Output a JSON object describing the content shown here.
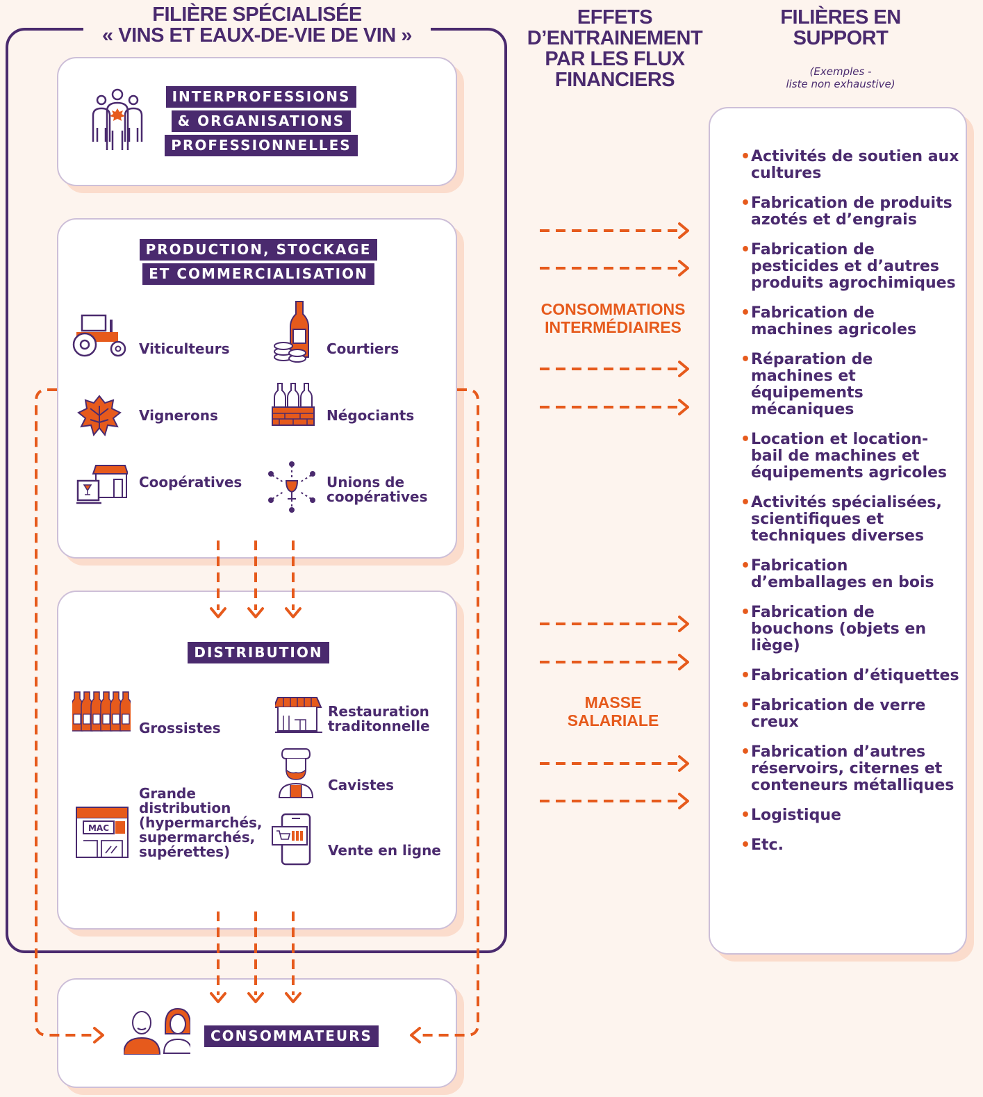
{
  "header": {
    "specialized_title": [
      "FILIÈRE SPÉCIALISÉE",
      "« VINS ET EAUX-DE-VIE DE VIN »"
    ],
    "effects_title": [
      "EFFETS",
      "D’ENTRAINEMENT",
      "PAR LES FLUX",
      "FINANCIERS"
    ],
    "support_title": [
      "FILIÈRES EN",
      "SUPPORT"
    ],
    "support_note": [
      "(Exemples -",
      "liste non exhaustive)"
    ]
  },
  "interprofessions": {
    "tags": [
      "INTERPROFESSIONS",
      "& ORGANISATIONS",
      "PROFESSIONNELLES"
    ],
    "icon": "people-group-leaf-icon"
  },
  "production": {
    "tags": [
      "PRODUCTION, STOCKAGE",
      "ET COMMERCIALISATION"
    ],
    "actors": [
      {
        "label": "Viticulteurs",
        "icon": "tractor-icon"
      },
      {
        "label": "Courtiers",
        "icon": "bottle-coins-icon"
      },
      {
        "label": "Vignerons",
        "icon": "vine-leaf-icon"
      },
      {
        "label": "Négociants",
        "icon": "bottle-crate-icon"
      },
      {
        "label": "Coopératives",
        "icon": "shop-register-icon"
      },
      {
        "label": "Unions de coopératives",
        "icon": "glass-network-icon"
      }
    ]
  },
  "distribution": {
    "tag": "DISTRIBUTION",
    "actors": [
      {
        "label": "Grossistes",
        "icon": "bottles-row-icon"
      },
      {
        "label": "Restauration traditonnelle",
        "icon": "restaurant-icon"
      },
      {
        "label": "Cavistes",
        "icon": "bearded-man-icon"
      },
      {
        "label": "Grande distribution (hypermarchés, supermarchés, supérettes)",
        "icon": "supermarket-icon"
      },
      {
        "label": "Vente en ligne",
        "icon": "smartphone-cart-icon"
      }
    ],
    "store_sign": "MAC"
  },
  "consumers": {
    "tag": "CONSOMMATEURS",
    "icon": "couple-icon"
  },
  "flows": {
    "intermediate": [
      "CONSOMMATIONS",
      "INTERMÉDIAIRES"
    ],
    "payroll": [
      "MASSE",
      "SALARIALE"
    ]
  },
  "support_list": [
    "Activités de soutien aux cultures",
    "Fabrication de produits azotés et d’engrais",
    "Fabrication de pesticides et d’autres produits agrochimiques",
    "Fabrication de machines agricoles",
    "Réparation de machines et équipements mécaniques",
    "Location et location-bail de machines et équipements agricoles",
    "Activités spécialisées, scientifiques et techniques diverses",
    "Fabrication d’emballages en bois",
    "Fabrication de bouchons (objets en liège)",
    "Fabrication d’étiquettes",
    "Fabrication de verre creux",
    "Fabrication d’autres réservoirs, citernes et conteneurs métalliques",
    "Logistique",
    "Etc."
  ],
  "colors": {
    "purple": "#4a2a6e",
    "orange": "#e65a1c",
    "shadow": "#fbdccc",
    "background": "#fdf4ee"
  }
}
